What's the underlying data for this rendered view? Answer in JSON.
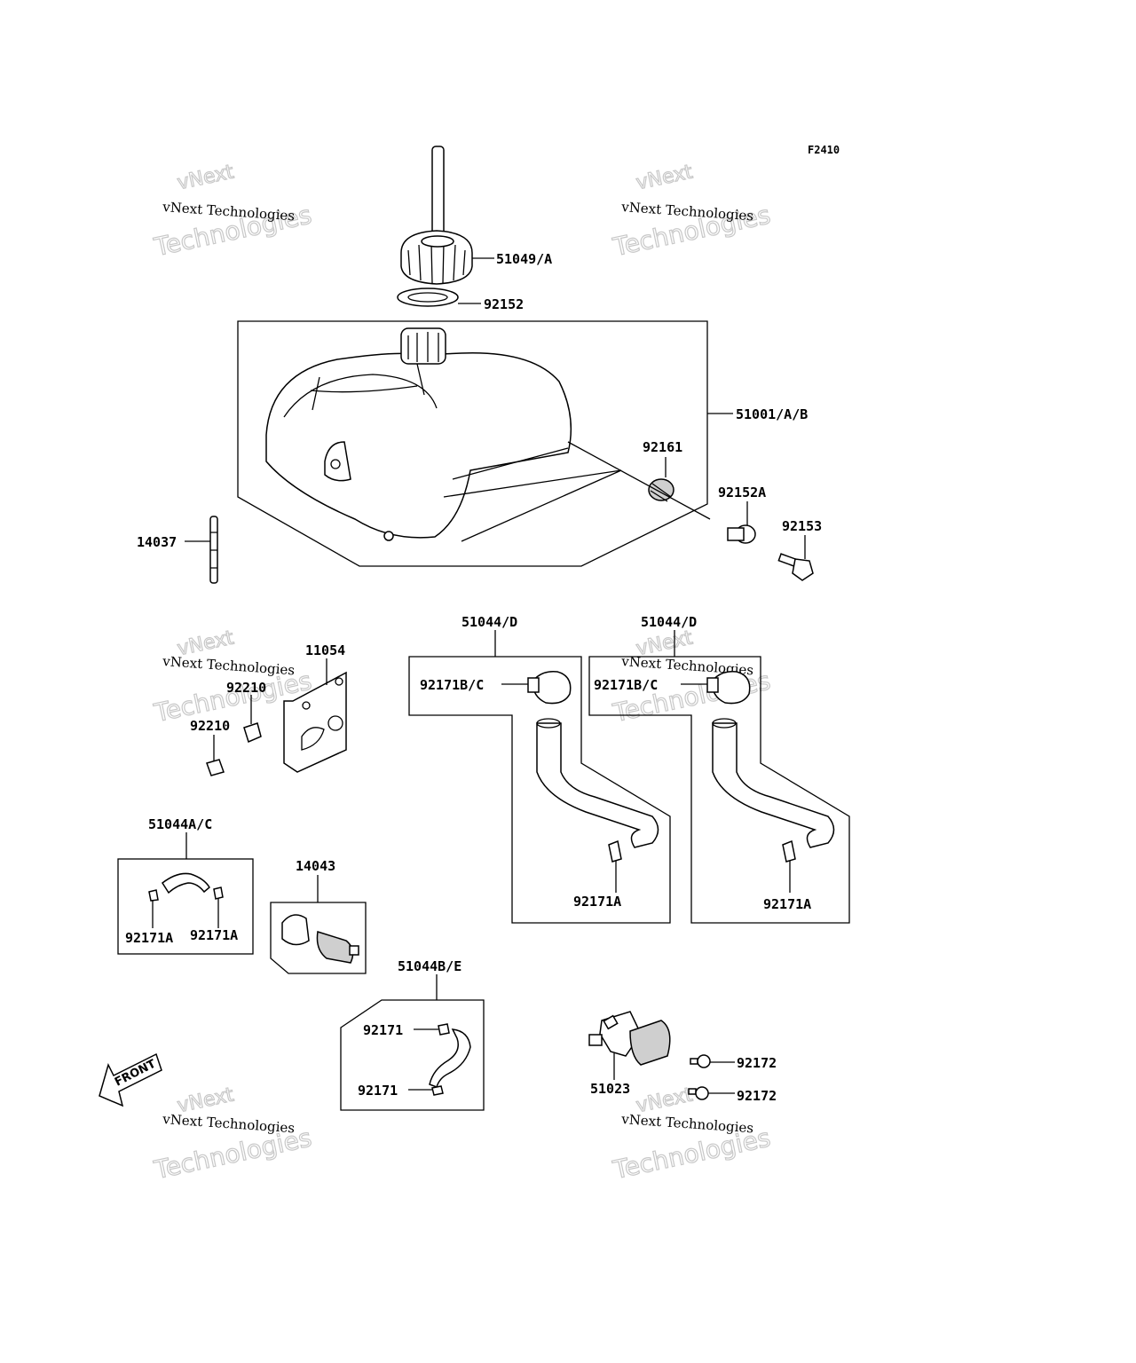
{
  "figure_code": "F2410",
  "watermark": {
    "top_line": "vNext",
    "middle_line": "vNext Technologies",
    "bottom_line": "Technologies"
  },
  "front_label": "FRONT",
  "parts": {
    "cap": "51049/A",
    "gasket": "92152",
    "tank": "51001/A/B",
    "damper": "92161",
    "collar": "92152A",
    "bolt": "92153",
    "tube": "14037",
    "bracket": "11054",
    "clamp_upper": "92210",
    "clamp_lower": "92210",
    "hose_assy_1": "51044/D",
    "hose_assy_1_clamp": "92171B/C",
    "hose_assy_1_clip": "92171A",
    "hose_assy_2": "51044/D",
    "hose_assy_2_clamp": "92171B/C",
    "hose_assy_2_clip": "92171A",
    "hose_a": "51044A/C",
    "hose_a_clip_left": "92171A",
    "hose_a_clip_right": "92171A",
    "filter": "14043",
    "hose_b": "51044B/E",
    "hose_b_clip_upper": "92171",
    "hose_b_clip_lower": "92171",
    "fuel_cock": "51023",
    "screw_upper": "92172",
    "screw_lower": "92172"
  }
}
